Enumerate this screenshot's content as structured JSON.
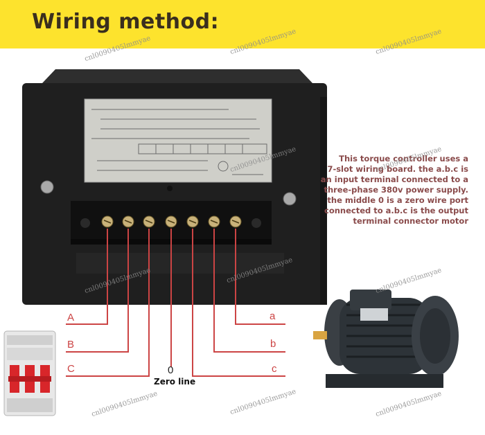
{
  "banner": {
    "title": "Wiring method:"
  },
  "watermark": "cnl0090405lmmyae",
  "description": {
    "lines": [
      "This torque controller uses a",
      "7-slot wiring board. the a.b.c is",
      "an input terminal connected to a",
      "three-phase 380v power supply.",
      "the middle 0 is a zero wire port",
      "connected to a.b.c is the output",
      "terminal connector motor"
    ]
  },
  "wires": {
    "input": {
      "a": "A",
      "b": "B",
      "c": "C"
    },
    "output": {
      "a": "a",
      "b": "b",
      "c": "c"
    },
    "zero": "0",
    "zero_label": "Zero line"
  },
  "colors": {
    "banner": "#fde32d",
    "wire": "#cc4444",
    "controller": "#1f1f1f"
  }
}
